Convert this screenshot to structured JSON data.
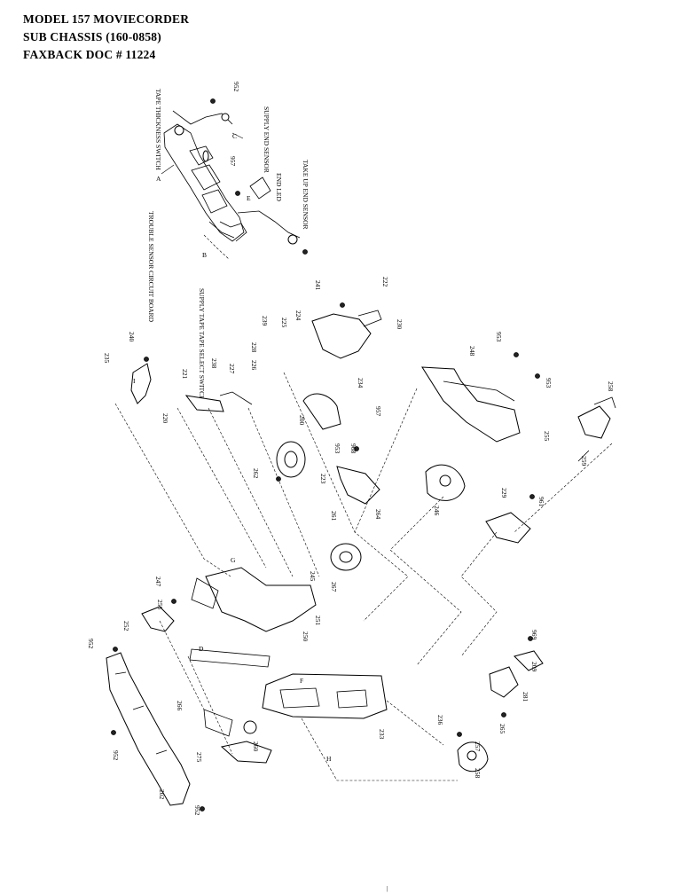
{
  "header": {
    "line1": "MODEL 157 MOVIECORDER",
    "line2": "SUB CHASSIS  (160-0858)",
    "line3": "FAXBACK DOC # 11224"
  },
  "labels": {
    "tape_thickness_switch": "TAPE THICKNESS SWITCH",
    "supply_end_sensor": "SUPPLY END SENSOR",
    "end_led": "END LED",
    "take_up_end_sensor": "TAKE UP END SENSOR",
    "trouble_sensor_circuit_board": "TROUBLE SENSOR CIRCUIT BOARD",
    "supply_tape_select_switch": "SUPPLY TAPE TAPE SELECT SWITCH"
  },
  "letters": [
    "A",
    "B",
    "C",
    "D",
    "E",
    "F",
    "G",
    "H",
    "I"
  ],
  "part_numbers": [
    "952",
    "957",
    "241",
    "222",
    "230",
    "224",
    "225",
    "239",
    "228",
    "226",
    "227",
    "238",
    "221",
    "220",
    "235",
    "240",
    "234",
    "957",
    "200",
    "262",
    "953",
    "968",
    "223",
    "264",
    "261",
    "267",
    "245",
    "251",
    "250",
    "248",
    "953",
    "953",
    "255",
    "258",
    "259",
    "246",
    "229",
    "961",
    "247",
    "256",
    "252",
    "952",
    "266",
    "260",
    "275",
    "952",
    "202",
    "952",
    "233",
    "236",
    "257",
    "258",
    "265",
    "281",
    "209",
    "969"
  ],
  "footer_mark": "|"
}
